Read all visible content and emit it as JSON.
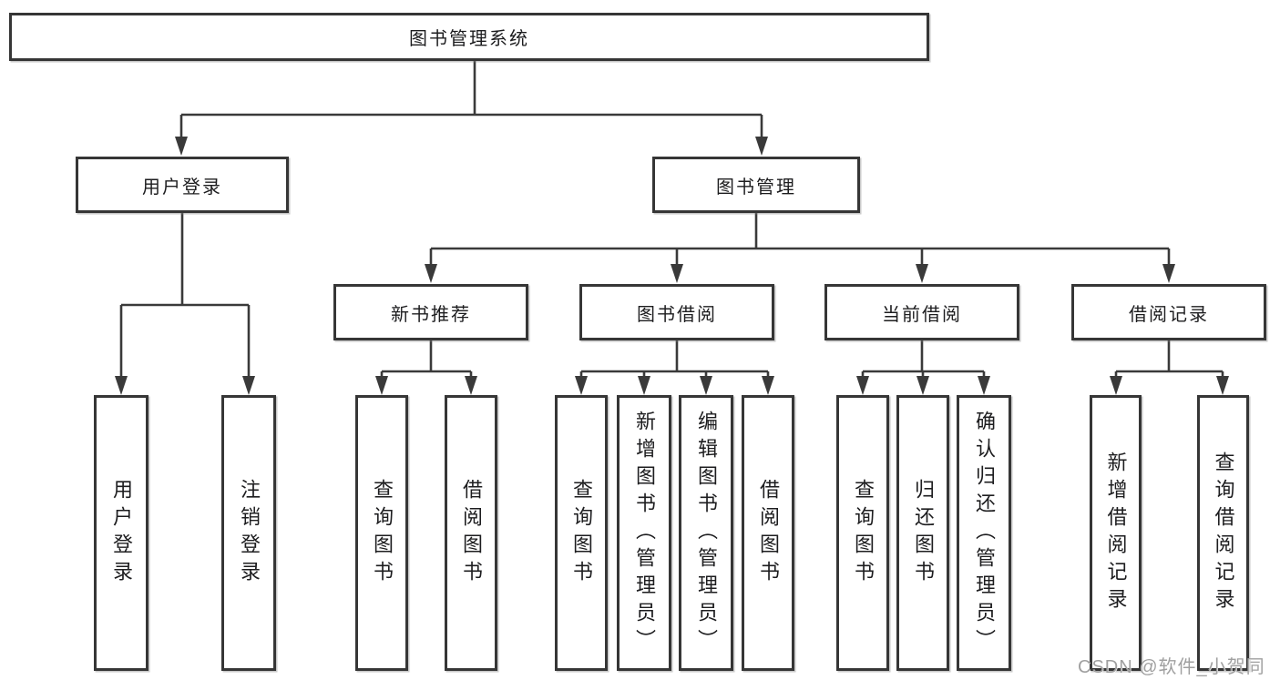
{
  "diagram_type": "hierarchy-tree",
  "colors": {
    "background": "#ffffff",
    "line": "#3a3a3a",
    "box_border": "#363636",
    "text": "#1d1d1f",
    "watermark": "#a0a0a0"
  },
  "tree": {
    "root": {
      "label": "图书管理系统"
    },
    "branches": [
      {
        "label": "用户登录",
        "children": [
          {
            "label": "用户登录"
          },
          {
            "label": "注销登录"
          }
        ]
      },
      {
        "label": "图书管理",
        "children": [
          {
            "label": "新书推荐",
            "children": [
              {
                "label": "查询图书"
              },
              {
                "label": "借阅图书"
              }
            ]
          },
          {
            "label": "图书借阅",
            "children": [
              {
                "label": "查询图书"
              },
              {
                "label": "新增图书（管理员）"
              },
              {
                "label": "编辑图书（管理员）"
              },
              {
                "label": "借阅图书"
              }
            ]
          },
          {
            "label": "当前借阅",
            "children": [
              {
                "label": "查询图书"
              },
              {
                "label": "归还图书"
              },
              {
                "label": "确认归还（管理员）"
              }
            ]
          },
          {
            "label": "借阅记录",
            "children": [
              {
                "label": "新增借阅记录"
              },
              {
                "label": "查询借阅记录"
              }
            ]
          }
        ]
      }
    ]
  },
  "watermark": {
    "text": "CSDN @软件_小贺同学"
  }
}
